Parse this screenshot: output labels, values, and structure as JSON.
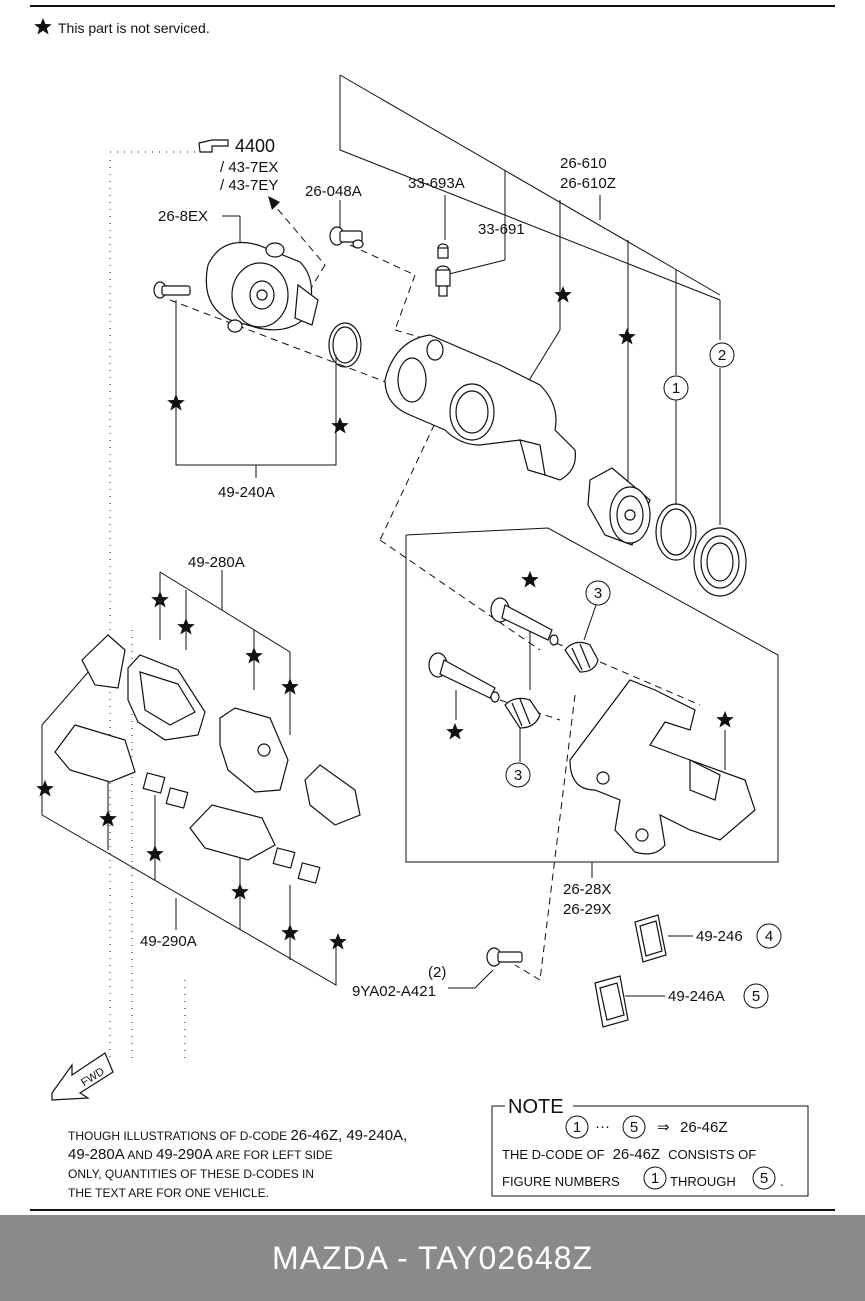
{
  "legend": {
    "symbol": "★",
    "text": "This part is not serviced."
  },
  "ref_4400": {
    "code": "4400",
    "sub1": "/ 43-7EX",
    "sub2": "/ 43-7EY"
  },
  "labels": {
    "p26_048A": "26-048A",
    "p33_693A": "33-693A",
    "p26_610": "26-610",
    "p26_610Z": "26-610Z",
    "p26_8EX": "26-8EX",
    "p33_691": "33-691",
    "p49_240A": "49-240A",
    "p49_280A": "49-280A",
    "p26_28X": "26-28X",
    "p26_29X": "26-29X",
    "p49_290A": "49-290A",
    "p49_246": "49-246",
    "p49_246A": "49-246A",
    "qty2": "(2)",
    "p9YA02": "9YA02-A421"
  },
  "circled": {
    "n1": "1",
    "n2": "2",
    "n3": "3",
    "n4": "4",
    "n5": "5"
  },
  "fwd": "FWD",
  "disclaimer": {
    "line1a": "THOUGH ILLUSTRATIONS OF D-CODE ",
    "line1b": "26-46Z, 49-240A,",
    "line2a": "49-280A",
    "line2b": " AND ",
    "line2c": "49-290A",
    "line2d": " ARE FOR LEFT SIDE",
    "line3": "ONLY, QUANTITIES OF THESE D-CODES IN",
    "line4": "THE TEXT ARE FOR ONE VEHICLE."
  },
  "note": {
    "title": "NOTE",
    "from": "1",
    "dots": "···",
    "to": "5",
    "arrow": "⇒",
    "code": "26-46Z",
    "l2a": "THE D-CODE OF",
    "l2b": "26-46Z",
    "l2c": "CONSISTS OF",
    "l3a": "FIGURE NUMBERS",
    "l3b": "1",
    "l3c": "THROUGH",
    "l3d": "5",
    "l3e": "."
  },
  "footer": {
    "text": "MAZDA - TAY02648Z"
  }
}
